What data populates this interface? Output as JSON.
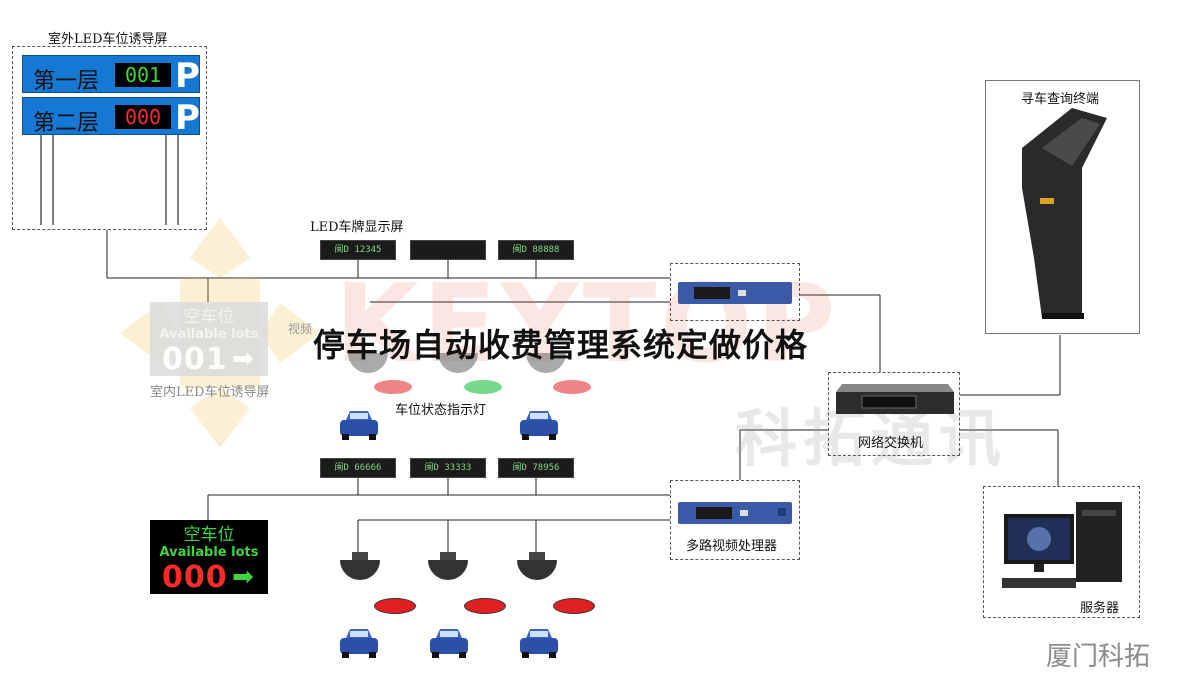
{
  "labels": {
    "outdoor_guide": "室外LED车位诱导屏",
    "plate_display": "LED车牌显示屏",
    "indoor_guide": "室内LED车位诱导屏",
    "status_light": "车位状态指示灯",
    "kiosk": "寻车查询终端",
    "network_switch": "网络交换机",
    "video_processor": "多路视频处理器",
    "server": "服务器",
    "camera_faded": "视频"
  },
  "outdoor_signs": [
    {
      "floor": "第一层",
      "count": "001",
      "p": "P",
      "color": "#3fd43f"
    },
    {
      "floor": "第二层",
      "count": "000",
      "p": "P",
      "color": "#ff2a2a"
    }
  ],
  "plates_top": [
    "闽D 12345",
    "",
    "闽D 88888"
  ],
  "plates_bottom": [
    "闽D 66666",
    "闽D 33333",
    "闽D 78956"
  ],
  "vacant_indoor": {
    "line1": "空车位",
    "line2": "Available lots",
    "count": "001"
  },
  "vacant_bottom": {
    "line1": "空车位",
    "line2": "Available lots",
    "count": "000"
  },
  "title": "停车场自动收费管理系统定做价格",
  "watermark": {
    "brand": "KEYTOP",
    "cn": "科拓通讯",
    "registered": "®",
    "corner": "厦门科拓"
  },
  "colors": {
    "led_blue": "#1578d4",
    "light_red": "#e02020",
    "light_green": "#3cc85a",
    "watermark": "#e85a3a"
  }
}
